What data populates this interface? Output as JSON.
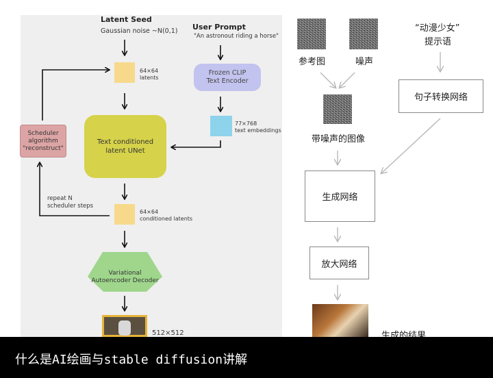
{
  "left": {
    "latent_seed_title": "Latent Seed",
    "latent_seed_sub": "Gaussian noise ~N(0,1)",
    "user_prompt_title": "User Prompt",
    "user_prompt_sub": "\"An astronout riding a horse\"",
    "latents_label_1": "64×64",
    "latents_label_2": "latents",
    "clip_1": "Frozen CLIP",
    "clip_2": "Text Encoder",
    "emb_label_1": "77×768",
    "emb_label_2": "text embeddings",
    "unet_1": "Text conditioned",
    "unet_2": "latent UNet",
    "sched_1": "Scheduler",
    "sched_2": "algorithm",
    "sched_3": "\"reconstruct\"",
    "repeat_1": "repeat N",
    "repeat_2": "scheduler steps",
    "cond_label_1": "64×64",
    "cond_label_2": "conditioned latents",
    "vae_1": "Variational",
    "vae_2": "Autoencoder Decoder",
    "output_size": "512×512"
  },
  "right": {
    "prompt_line1": "“动漫少女”",
    "prompt_line2": "提示语",
    "ref_image_label": "参考图",
    "noise_label": "噪声",
    "noisy_image_label": "带噪声的图像",
    "sentence_net": "句子转换网络",
    "gen_net": "生成网络",
    "upscale_net": "放大网络",
    "result_label": "生成的结果"
  },
  "caption": "什么是AI绘画与stable diffusion讲解",
  "colors": {
    "latent_yellow": "#f7d98b",
    "clip_purple": "#c3c3ef",
    "emb_blue": "#8ed3ec",
    "unet_yellow": "#d6d24a",
    "scheduler_pink": "#dca4a4",
    "vae_green": "#9fd68c",
    "arrow_gray": "#b8b8b8"
  }
}
